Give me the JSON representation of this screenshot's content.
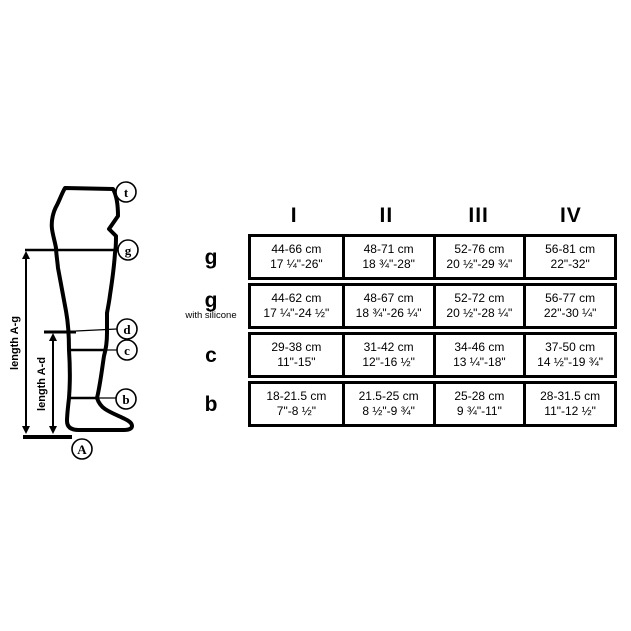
{
  "colors": {
    "ink": "#000000",
    "background": "#ffffff"
  },
  "diagram": {
    "points": [
      {
        "label": "t"
      },
      {
        "label": "g"
      },
      {
        "label": "d"
      },
      {
        "label": "c"
      },
      {
        "label": "b"
      },
      {
        "label": "A"
      }
    ],
    "length_ag": "length A-g",
    "length_ad": "length A-d"
  },
  "table": {
    "columns": [
      "I",
      "II",
      "III",
      "IV"
    ],
    "rows": [
      {
        "label": "g",
        "sublabel": "",
        "cells": [
          {
            "cm": "44-66 cm",
            "inch": "17 ¼\"-26\""
          },
          {
            "cm": "48-71 cm",
            "inch": "18 ¾\"-28\""
          },
          {
            "cm": "52-76 cm",
            "inch": "20 ½\"-29 ¾\""
          },
          {
            "cm": "56-81 cm",
            "inch": "22\"-32\""
          }
        ]
      },
      {
        "label": "g",
        "sublabel": "with silicone",
        "cells": [
          {
            "cm": "44-62 cm",
            "inch": "17 ¼\"-24 ½\""
          },
          {
            "cm": "48-67 cm",
            "inch": "18 ¾\"-26 ¼\""
          },
          {
            "cm": "52-72 cm",
            "inch": "20 ½\"-28 ¼\""
          },
          {
            "cm": "56-77 cm",
            "inch": "22\"-30 ¼\""
          }
        ]
      },
      {
        "label": "c",
        "sublabel": "",
        "cells": [
          {
            "cm": "29-38 cm",
            "inch": "11\"-15\""
          },
          {
            "cm": "31-42 cm",
            "inch": "12\"-16 ½\""
          },
          {
            "cm": "34-46 cm",
            "inch": "13 ¼\"-18\""
          },
          {
            "cm": "37-50 cm",
            "inch": "14 ½\"-19 ¾\""
          }
        ]
      },
      {
        "label": "b",
        "sublabel": "",
        "cells": [
          {
            "cm": "18-21.5 cm",
            "inch": "7\"-8 ½\""
          },
          {
            "cm": "21.5-25 cm",
            "inch": "8 ½\"-9 ¾\""
          },
          {
            "cm": "25-28 cm",
            "inch": "9 ¾\"-11\""
          },
          {
            "cm": "28-31.5 cm",
            "inch": "11\"-12 ½\""
          }
        ]
      }
    ]
  }
}
